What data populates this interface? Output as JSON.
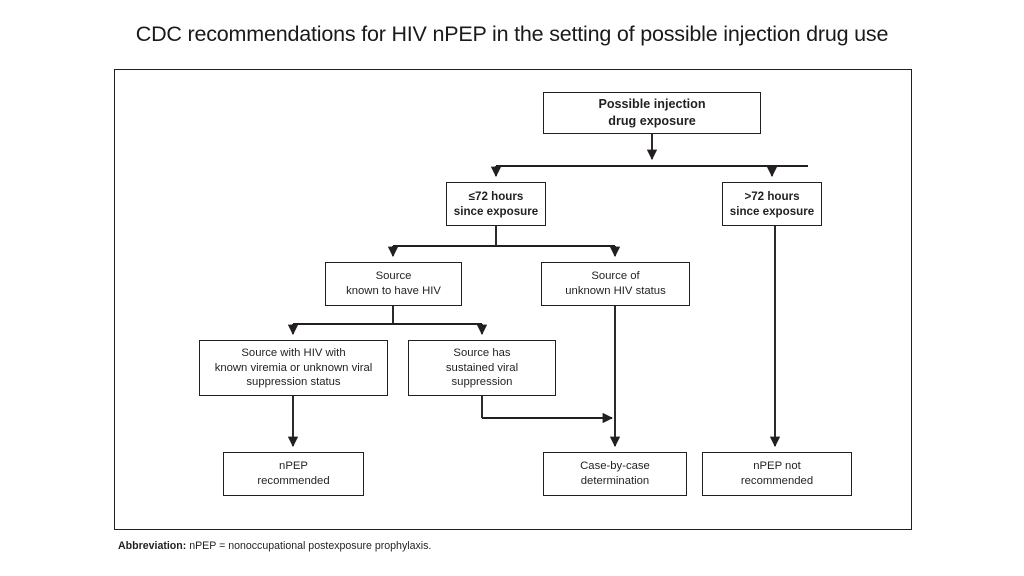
{
  "page": {
    "title": "CDC recommendations for HIV nPEP in the setting of possible injection drug use"
  },
  "figure": {
    "note_label": "Abbreviation:",
    "note_text": " nPEP = nonoccupational postexposure prophylaxis.",
    "colors": {
      "stroke": "#231f20",
      "background": "#ffffff",
      "title": "#1a1a1a"
    },
    "nodes": {
      "exposure": "Possible injection\ndrug exposure",
      "within72": "≤72 hours\nsince exposure",
      "after72": ">72 hours\nsince exposure",
      "known_hiv": "Source\nknown to have HIV",
      "unknown_hiv": "Source of\nunknown HIV status",
      "viremia": "Source with HIV with\nknown viremia or unknown viral\nsuppression status",
      "suppressed": "Source has\nsustained viral\nsuppression",
      "npep_recommended": "nPEP\nrecommended",
      "case_by_case": "Case-by-case\ndetermination",
      "npep_not_recommended": "nPEP not\nrecommended"
    },
    "edges": [
      {
        "from": "exposure",
        "to": "within72"
      },
      {
        "from": "exposure",
        "to": "after72"
      },
      {
        "from": "within72",
        "to": "known_hiv"
      },
      {
        "from": "within72",
        "to": "unknown_hiv"
      },
      {
        "from": "known_hiv",
        "to": "viremia"
      },
      {
        "from": "known_hiv",
        "to": "suppressed"
      },
      {
        "from": "viremia",
        "to": "npep_recommended"
      },
      {
        "from": "suppressed",
        "to": "case_by_case"
      },
      {
        "from": "unknown_hiv",
        "to": "case_by_case"
      },
      {
        "from": "after72",
        "to": "npep_not_recommended"
      }
    ]
  }
}
